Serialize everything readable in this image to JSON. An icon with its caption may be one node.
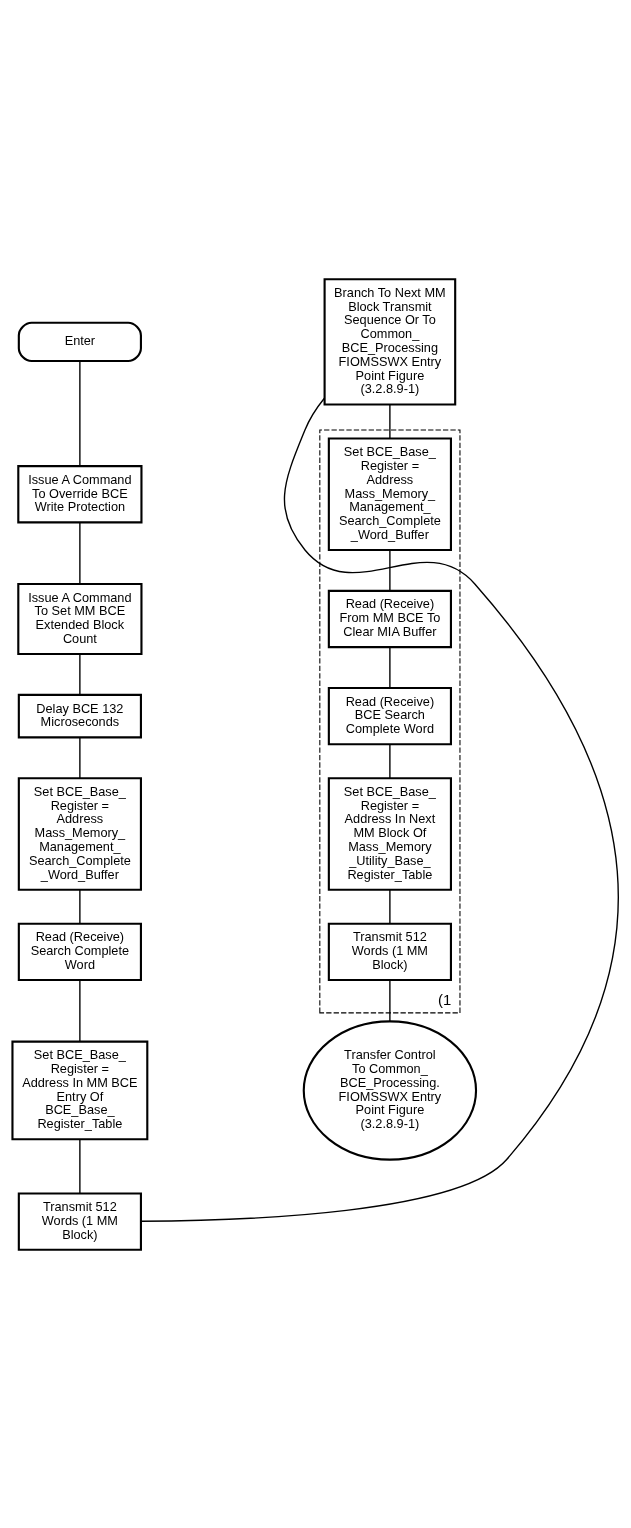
{
  "diagram": {
    "nodes": [
      {
        "text": [
          "Enter"
        ]
      },
      {
        "text": [
          "Issue A Command To Override BCE Write Protection"
        ]
      },
      {
        "text": [
          "Issue A Command To Set MM BCE Extended Block Count"
        ]
      },
      {
        "text": [
          "Delay BCE 132 Microseconds"
        ]
      },
      {
        "text": [
          "Set BCE_Base_ Register = Address Mass_Memory_ Management_ Search_Complete _Word_Buffer"
        ]
      },
      {
        "text": [
          "Read (Receive) Search Complete Word"
        ]
      },
      {
        "text": [
          "Set BCE_Base_ Register = Address In MM BCE Entry Of BCE_Base_ Register_Table"
        ]
      },
      {
        "text": [
          "Transmit 512 Words (1 MM Block)"
        ]
      },
      {
        "text": [
          "Branch To Next MM Block Transmit Sequence Or To Common_ BCE_Processing FIOMSSWX Entry Point Figure (3.2.8.9-1)"
        ]
      },
      {
        "text": [],
        "shape": "box",
        "beside": [
          "(1"
        ]
      },
      {
        "text": [
          "Set BCE_Base_ Register = Address Mass_Memory_ Management_ Search_Complete _Word_Buffer"
        ],
        "in": 9
      },
      {
        "text": [
          "Read (Receive) From MM BCE To Clear MIA Buffer"
        ],
        "in": 9
      },
      {
        "text": [
          "Read (Receive) BCE Search Complete Word"
        ],
        "in": 9
      },
      {
        "text": [
          "Set BCE_Base_ Register = Address In Next MM Block Of Mass_Memory _Utility_Base_ Register_Table"
        ],
        "in": 9
      },
      {
        "text": [
          "Transmit 512 Words (1 MM Block)"
        ],
        "in": 9
      },
      {
        "text": [
          "Transfer Control To Common_ BCE_Processing. FIOMSSWX Entry Point Figure (3.2.8.9-1)"
        ]
      }
    ],
    "edges": [
      {
        "from": 0,
        "to": 1,
        "arrow": "none"
      },
      {
        "from": 1,
        "to": 2,
        "arrow": "none"
      },
      {
        "from": 2,
        "to": 3,
        "arrow": "none"
      },
      {
        "from": 3,
        "to": 4,
        "arrow": "none"
      },
      {
        "from": 4,
        "to": 5,
        "arrow": "none"
      },
      {
        "from": 5,
        "to": 6,
        "arrow": "none"
      },
      {
        "from": 6,
        "to": 7,
        "arrow": "none"
      },
      {
        "from": 7,
        "to": 8,
        "arrow": "none"
      },
      {
        "from": 8,
        "to": 10,
        "arrow": "none"
      },
      {
        "from": 10,
        "to": 11,
        "arrow": "none"
      },
      {
        "from": 11,
        "to": 12,
        "arrow": "none"
      },
      {
        "from": 12,
        "to": 13,
        "arrow": "none"
      },
      {
        "from": 13,
        "to": 14,
        "arrow": "none"
      },
      {
        "from": 14,
        "to": 15,
        "arrow": "none"
      }
    ]
  }
}
